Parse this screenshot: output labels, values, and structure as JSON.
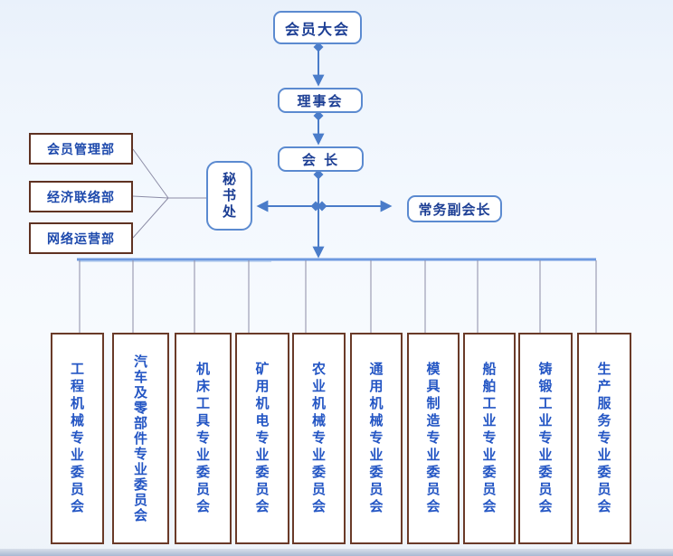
{
  "org_chart": {
    "assembly": {
      "label": "会员大会"
    },
    "council": {
      "label": "理事会"
    },
    "president": {
      "label": "会 长"
    },
    "secretariat": {
      "label": "秘书处"
    },
    "executive_vice_president": {
      "label": "常务副会长"
    },
    "departments": [
      "会员管理部",
      "经济联络部",
      "网络运营部"
    ],
    "committees": [
      "工程机械专业委员会",
      "汽车及零部件专业委员会",
      "机床工具专业委员会",
      "矿用机电专业委员会",
      "农业机械专业委员会",
      "通用机械专业委员会",
      "模具制造专业委员会",
      "船舶工业专业委员会",
      "铸锻工业专业委员会",
      "生产服务专业委员会"
    ],
    "colors": {
      "node_border_blue": "#5b8ad0",
      "node_text_blue": "#1c3e94",
      "committee_text_blue": "#2456c4",
      "department_border_brown": "#5f3222",
      "connector_blue": "#4a7cc9",
      "connector_gray": "#8c8ca6",
      "distribution_line_blue": "#6f9ae0"
    }
  }
}
